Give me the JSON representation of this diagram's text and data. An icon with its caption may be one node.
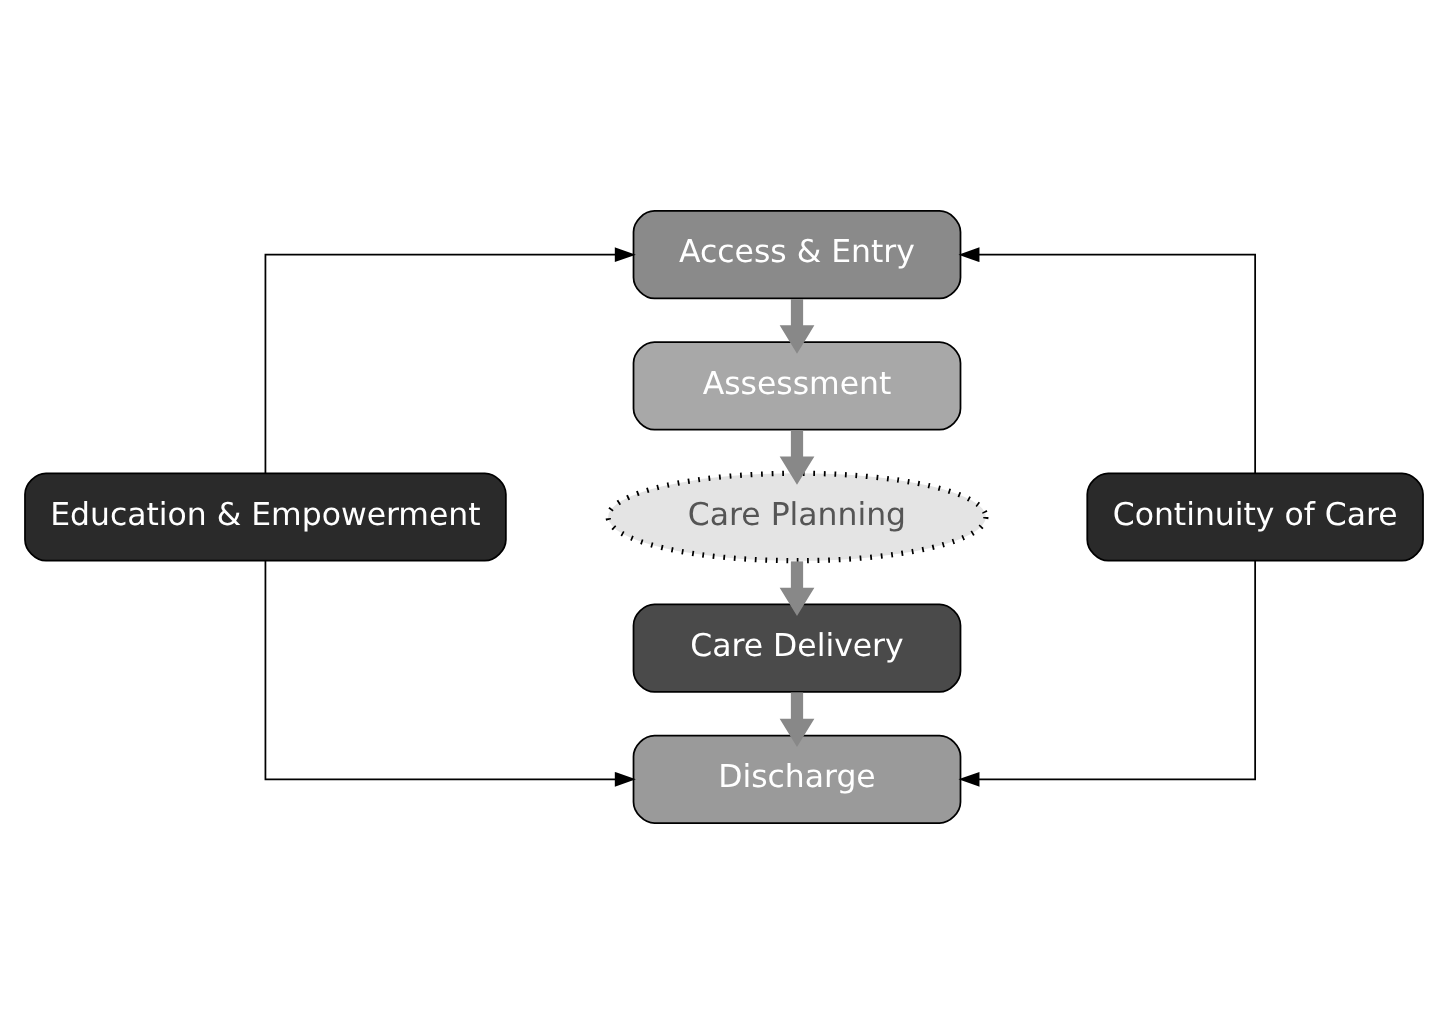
{
  "diagram": {
    "nodes": [
      {
        "text": [
          "Access & Entry"
        ]
      },
      {
        "text": [
          "Assessment"
        ]
      },
      {
        "text": [
          "Care Planning"
        ]
      },
      {
        "text": [
          "Care Delivery"
        ]
      },
      {
        "text": [
          "Discharge"
        ]
      },
      {
        "text": [
          "Education & Empowerment"
        ]
      },
      {
        "text": [
          "Continuity of Care"
        ]
      }
    ],
    "edges": [
      {
        "from": 0,
        "to": 1,
        "arrow": "to",
        "style": "thick",
        "color": "#888888"
      },
      {
        "from": 1,
        "to": 2,
        "arrow": "to",
        "style": "thick",
        "color": "#888888"
      },
      {
        "from": 2,
        "to": 3,
        "arrow": "to",
        "style": "thick",
        "color": "#888888"
      },
      {
        "from": 3,
        "to": 4,
        "arrow": "to",
        "style": "thick",
        "color": "#888888"
      },
      {
        "from": 5,
        "to": 0,
        "arrow": "to",
        "color": "#000000"
      },
      {
        "from": 5,
        "to": 4,
        "arrow": "to",
        "color": "#000000"
      },
      {
        "from": 6,
        "to": 0,
        "arrow": "to",
        "color": "#000000"
      },
      {
        "from": 6,
        "to": 4,
        "arrow": "to",
        "color": "#000000"
      }
    ]
  }
}
